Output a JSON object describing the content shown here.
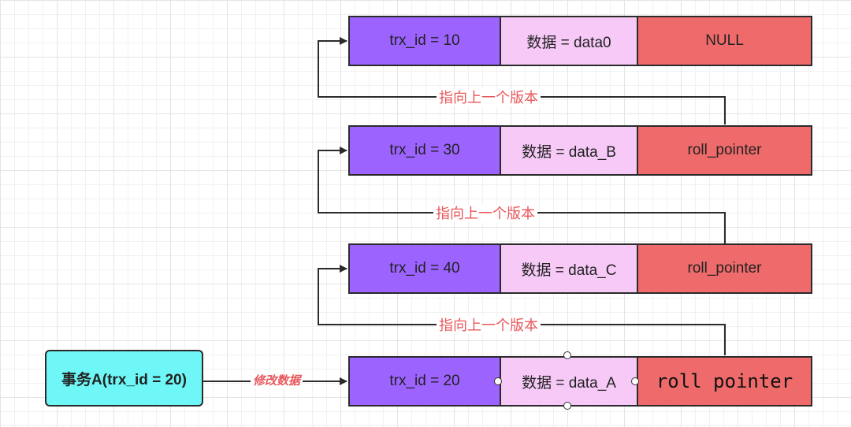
{
  "rows": [
    {
      "trx": "trx_id = 10",
      "data": "数据 = data0",
      "pointer": "NULL"
    },
    {
      "trx": "trx_id = 30",
      "data": "数据 = data_B",
      "pointer": "roll_pointer"
    },
    {
      "trx": "trx_id = 40",
      "data": "数据 = data_C",
      "pointer": "roll_pointer"
    },
    {
      "trx": "trx_id = 20",
      "data": "数据 = data_A",
      "pointer": "roll pointer"
    }
  ],
  "version_labels": [
    "指向上一个版本",
    "指向上一个版本",
    "指向上一个版本"
  ],
  "transaction": {
    "label": "事务A(trx_id = 20)"
  },
  "edit_label": "修改数据",
  "colors": {
    "trx_cell": "#9c63ff",
    "data_cell": "#f6c9f7",
    "pointer_cell": "#ef6b6b",
    "transaction_box": "#6ff7f7",
    "label_text": "#e8575a"
  }
}
